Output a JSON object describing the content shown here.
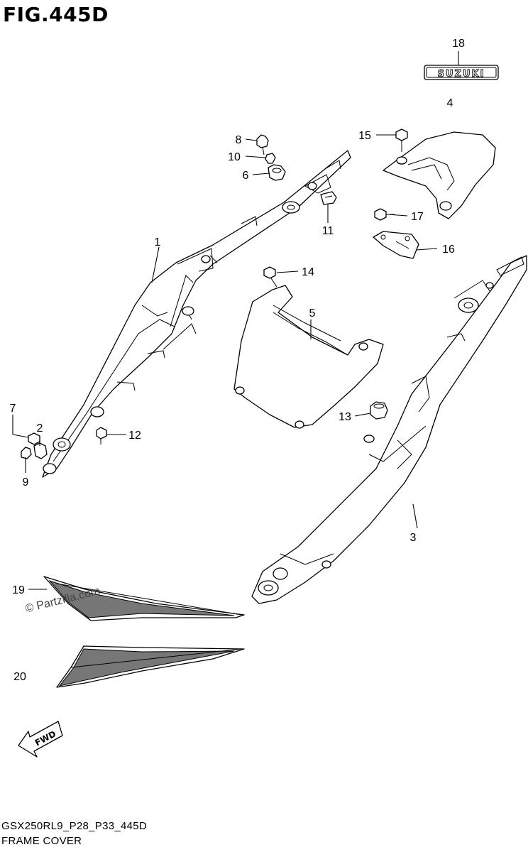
{
  "figure": {
    "title": "FIG.445D"
  },
  "footer": {
    "code": "GSX250RL9_P28_P33_445D",
    "caption": "FRAME COVER"
  },
  "watermark": "© Partzilla.com",
  "emblem_text": "SUZUKI",
  "fwd_text": "FWD",
  "callouts": [
    "1",
    "2",
    "3",
    "4",
    "5",
    "6",
    "7",
    "8",
    "9",
    "10",
    "11",
    "12",
    "13",
    "14",
    "15",
    "16",
    "17",
    "18",
    "19",
    "20"
  ]
}
